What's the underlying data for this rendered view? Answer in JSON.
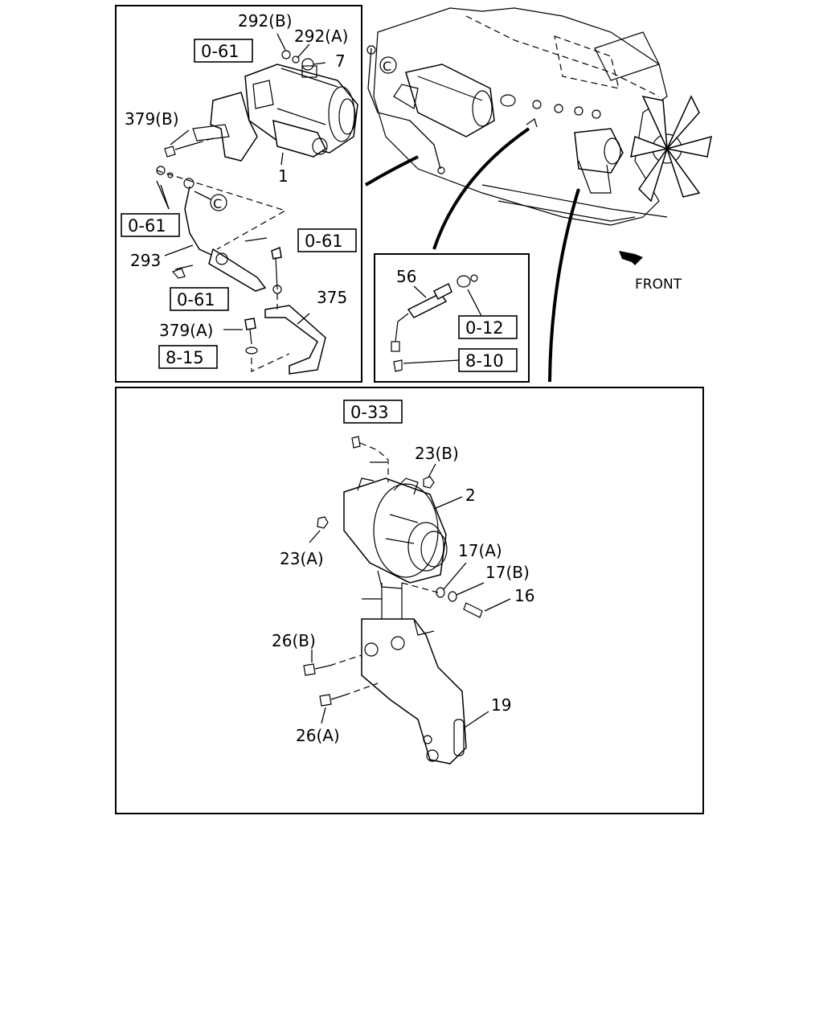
{
  "callout_labels": {
    "p292b": "292(B)",
    "p292a": "292(A)",
    "p7": "7",
    "p379b": "379(B)",
    "p1": "1",
    "p293": "293",
    "p375": "375",
    "p379a": "379(A)",
    "p56": "56",
    "p23b": "23(B)",
    "p2": "2",
    "p23a": "23(A)",
    "p17a": "17(A)",
    "p17b": "17(B)",
    "p16": "16",
    "p26b": "26(B)",
    "p26a": "26(A)",
    "p19": "19"
  },
  "ref_boxes": {
    "r061_top": "0-61",
    "r061_left": "0-61",
    "r061_right": "0-61",
    "r061_bottom": "0-61",
    "r815": "8-15",
    "r012": "0-12",
    "r810": "8-10",
    "r033": "0-33"
  },
  "connector_marks": {
    "c1": "C",
    "c2": "C"
  },
  "direction_label": "FRONT"
}
